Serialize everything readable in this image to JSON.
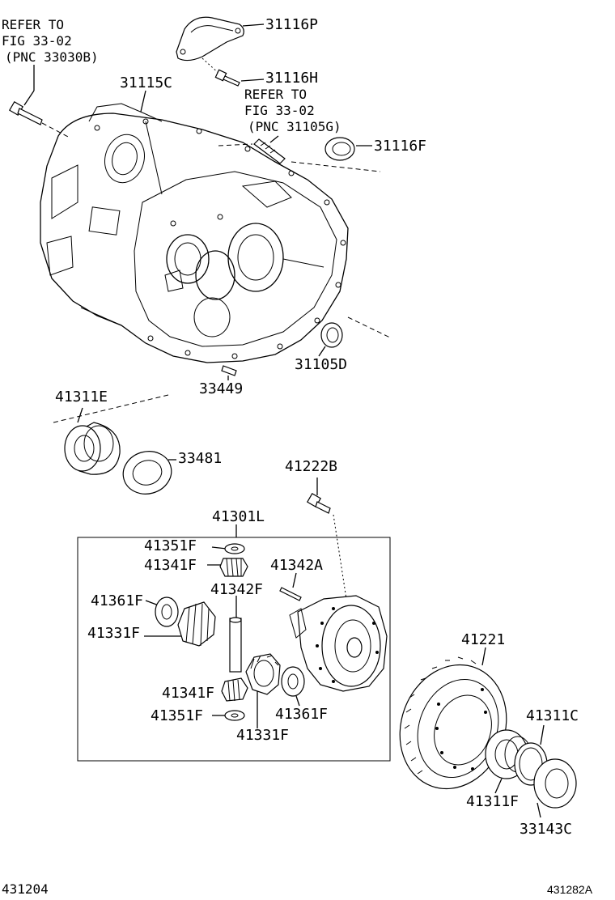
{
  "labels": {
    "ref_1_line1": "REFER TO",
    "ref_1_line2": "FIG 33-02",
    "ref_1_line3": "(PNC 33030B)",
    "ref_2_line1": "REFER TO",
    "ref_2_line2": "FIG 33-02",
    "ref_2_line3": "(PNC 31105G)",
    "p31116P": "31116P",
    "p31116H": "31116H",
    "p31115C": "31115C",
    "p31116F": "31116F",
    "p31105D": "31105D",
    "p33449": "33449",
    "p41311E": "41311E",
    "p33481": "33481",
    "p41222B": "41222B",
    "p41301L": "41301L",
    "p41351F_top": "41351F",
    "p41341F_top": "41341F",
    "p41342A": "41342A",
    "p41342F": "41342F",
    "p41361F_left": "41361F",
    "p41331F_left": "41331F",
    "p41341F_bottom": "41341F",
    "p41351F_bottom": "41351F",
    "p41331F_bottom": "41331F",
    "p41361F_right": "41361F",
    "p41221": "41221",
    "p41311C": "41311C",
    "p41311F": "41311F",
    "p33143C": "33143C"
  },
  "footer": {
    "left_code": "431204",
    "right_code": "431282A"
  }
}
